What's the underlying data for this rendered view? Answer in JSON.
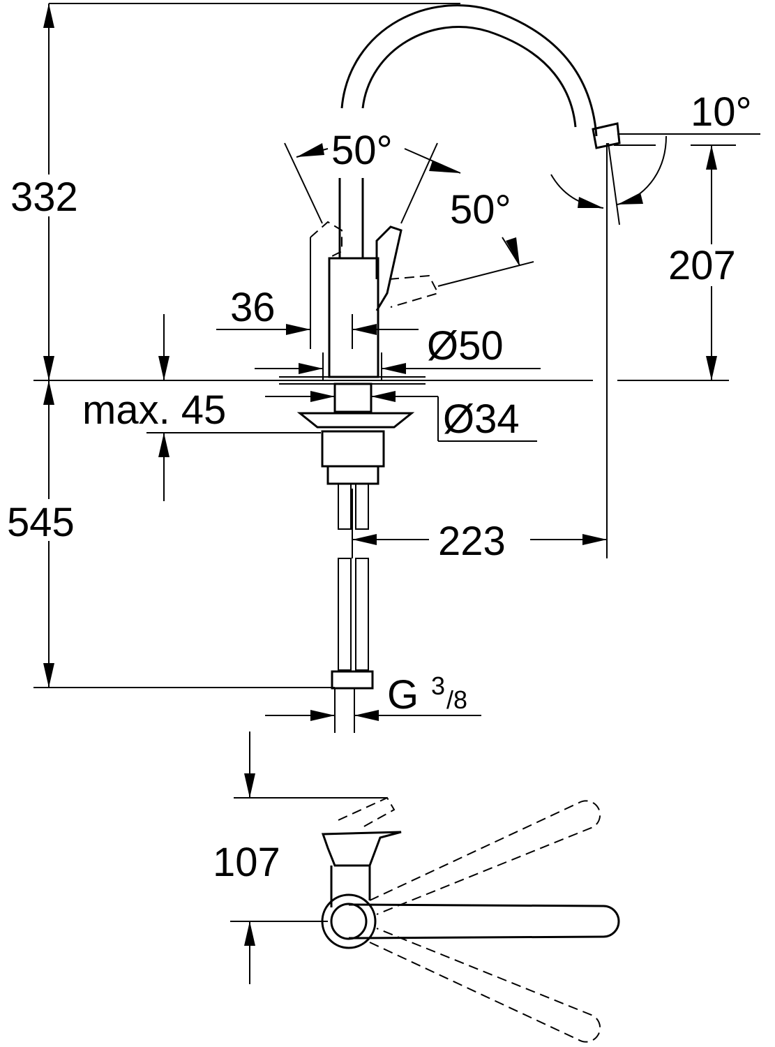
{
  "dimensions": {
    "total_height_above_deck": "332",
    "below_deck_length": "545",
    "lever_angle_left": "50°",
    "lever_angle_right": "50°",
    "spout_angle": "10°",
    "spout_height": "207",
    "lever_offset": "36",
    "body_diameter": "Ø50",
    "max_deck_thickness": "max. 45",
    "hole_diameter": "Ø34",
    "spout_reach": "223",
    "connection_thread": "G",
    "connection_thread_num": "3",
    "connection_thread_den": "/8",
    "top_view_depth": "107"
  }
}
